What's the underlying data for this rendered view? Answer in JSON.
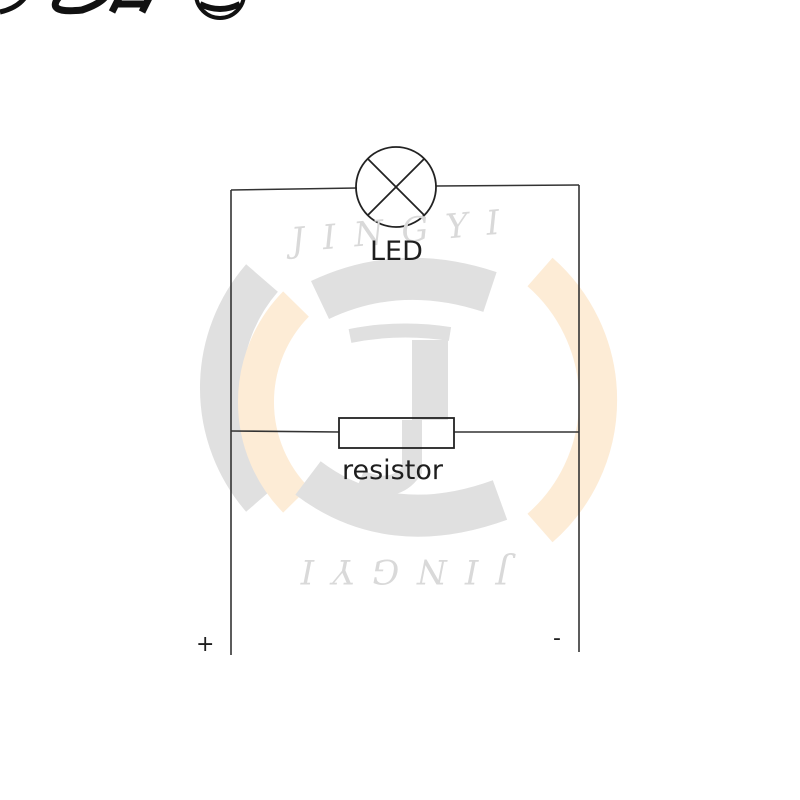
{
  "components": {
    "led_label": "LED",
    "resistor_label": "resistor",
    "positive_terminal": "+",
    "negative_terminal": "-"
  },
  "watermark": {
    "text_top": "JINGYI",
    "text_bottom": "JINGYI",
    "colors": {
      "grey": "#e0e0e0",
      "orange": "#fdecd6"
    }
  },
  "colors": {
    "wire": "#333333",
    "text": "#1e1e1e"
  }
}
